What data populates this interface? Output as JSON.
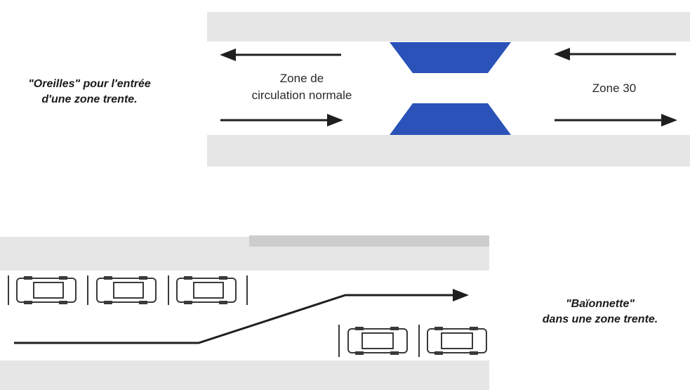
{
  "diagram1": {
    "caption_line1": "\"Oreilles\" pour l'entrée",
    "caption_line2": "d'une zone trente.",
    "label_left_line1": "Zone de",
    "label_left_line2": "circulation normale",
    "label_right": "Zone 30",
    "colors": {
      "ear": "#2a52b8",
      "band": "#e6e6e6",
      "arrow": "#1f1f1f"
    }
  },
  "diagram2": {
    "caption_line1": "\"Baïonnette\"",
    "caption_line2": "dans une zone trente.",
    "colors": {
      "band": "#e6e6e6",
      "path": "#1f1f1f",
      "car": "#3a3a3a"
    }
  }
}
